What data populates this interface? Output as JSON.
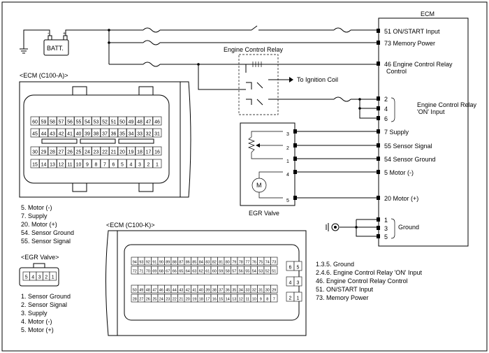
{
  "ecm": {
    "title": "ECM",
    "pins": [
      {
        "label": "51 ON/START Input"
      },
      {
        "label": "73 Memory Power"
      },
      {
        "label": "46 Engine Control Relay"
      },
      {
        "label": "Control"
      },
      {
        "label": "2"
      },
      {
        "label": "4"
      },
      {
        "label": "6"
      },
      {
        "label": "7 Supply"
      },
      {
        "label": "55 Sensor Signal"
      },
      {
        "label": "54 Sensor Ground"
      },
      {
        "label": "5 Motor (-)"
      },
      {
        "label": "20 Motor (+)"
      },
      {
        "label": "1"
      },
      {
        "label": "3"
      },
      {
        "label": "5"
      }
    ],
    "relay_on_label": [
      "Engine Control Relay",
      "'ON' Input"
    ],
    "ground_label": "Ground"
  },
  "battery": {
    "label": "BATT.",
    "plus": "+",
    "minus": "-"
  },
  "relay": {
    "title": "Engine Control Relay",
    "ignition": "To Ignition Coil"
  },
  "egr": {
    "title": "EGR Valve",
    "pins": [
      "3",
      "2",
      "1",
      "4",
      "5"
    ],
    "motor": "M"
  },
  "conn_a": {
    "title": "<ECM (C100-A)>",
    "rows": [
      [
        "60",
        "59",
        "58",
        "57",
        "56",
        "55",
        "54",
        "53",
        "52",
        "51",
        "50",
        "49",
        "48",
        "47",
        "46"
      ],
      [
        "45",
        "44",
        "43",
        "42",
        "41",
        "40",
        "39",
        "38",
        "37",
        "36",
        "35",
        "34",
        "33",
        "32",
        "31"
      ],
      [
        "30",
        "29",
        "28",
        "27",
        "26",
        "25",
        "24",
        "23",
        "22",
        "21",
        "20",
        "19",
        "18",
        "17",
        "16"
      ],
      [
        "15",
        "14",
        "13",
        "12",
        "11",
        "10",
        "9",
        "8",
        "7",
        "6",
        "5",
        "4",
        "3",
        "2",
        "1"
      ]
    ],
    "legend": [
      "5. Motor (-)",
      "7. Supply",
      "20. Motor (+)",
      "54. Sensor Ground",
      "55. Sensor Signal"
    ]
  },
  "conn_k": {
    "title": "<ECM (C100-K)>",
    "rows": [
      [
        "94",
        "93",
        "92",
        "91",
        "90",
        "89",
        "88",
        "87",
        "86",
        "85",
        "84",
        "83",
        "82",
        "81",
        "80",
        "79",
        "78",
        "77",
        "76",
        "75",
        "74",
        "73"
      ],
      [
        "72",
        "71",
        "70",
        "69",
        "68",
        "67",
        "66",
        "65",
        "64",
        "63",
        "62",
        "61",
        "60",
        "59",
        "58",
        "57",
        "56",
        "55",
        "54",
        "53",
        "52",
        "51"
      ],
      [
        "50",
        "49",
        "48",
        "47",
        "46",
        "45",
        "44",
        "43",
        "42",
        "41",
        "40",
        "39",
        "38",
        "37",
        "36",
        "35",
        "34",
        "33",
        "32",
        "31",
        "30",
        "29"
      ],
      [
        "28",
        "27",
        "26",
        "25",
        "24",
        "23",
        "22",
        "21",
        "20",
        "19",
        "18",
        "17",
        "16",
        "15",
        "14",
        "13",
        "12",
        "11",
        "10",
        "9",
        "8",
        "7"
      ]
    ],
    "side": [
      [
        "6",
        "5"
      ],
      [
        "4",
        "3"
      ],
      [
        "2",
        "1"
      ]
    ],
    "legend": [
      "1.3.5. Ground",
      "2.4.6. Engine Control Relay 'ON' Input",
      "46. Engine Control Relay Control",
      "51. ON/START Input",
      "73. Memory Power"
    ]
  },
  "egr_conn": {
    "title": "<EGR Valve>",
    "pins": [
      "5",
      "4",
      "3",
      "2",
      "1"
    ],
    "legend": [
      "1. Sensor Ground",
      "2. Sensor Signal",
      "3. Supply",
      "4. Motor (-)",
      "5. Motor (+)"
    ]
  }
}
